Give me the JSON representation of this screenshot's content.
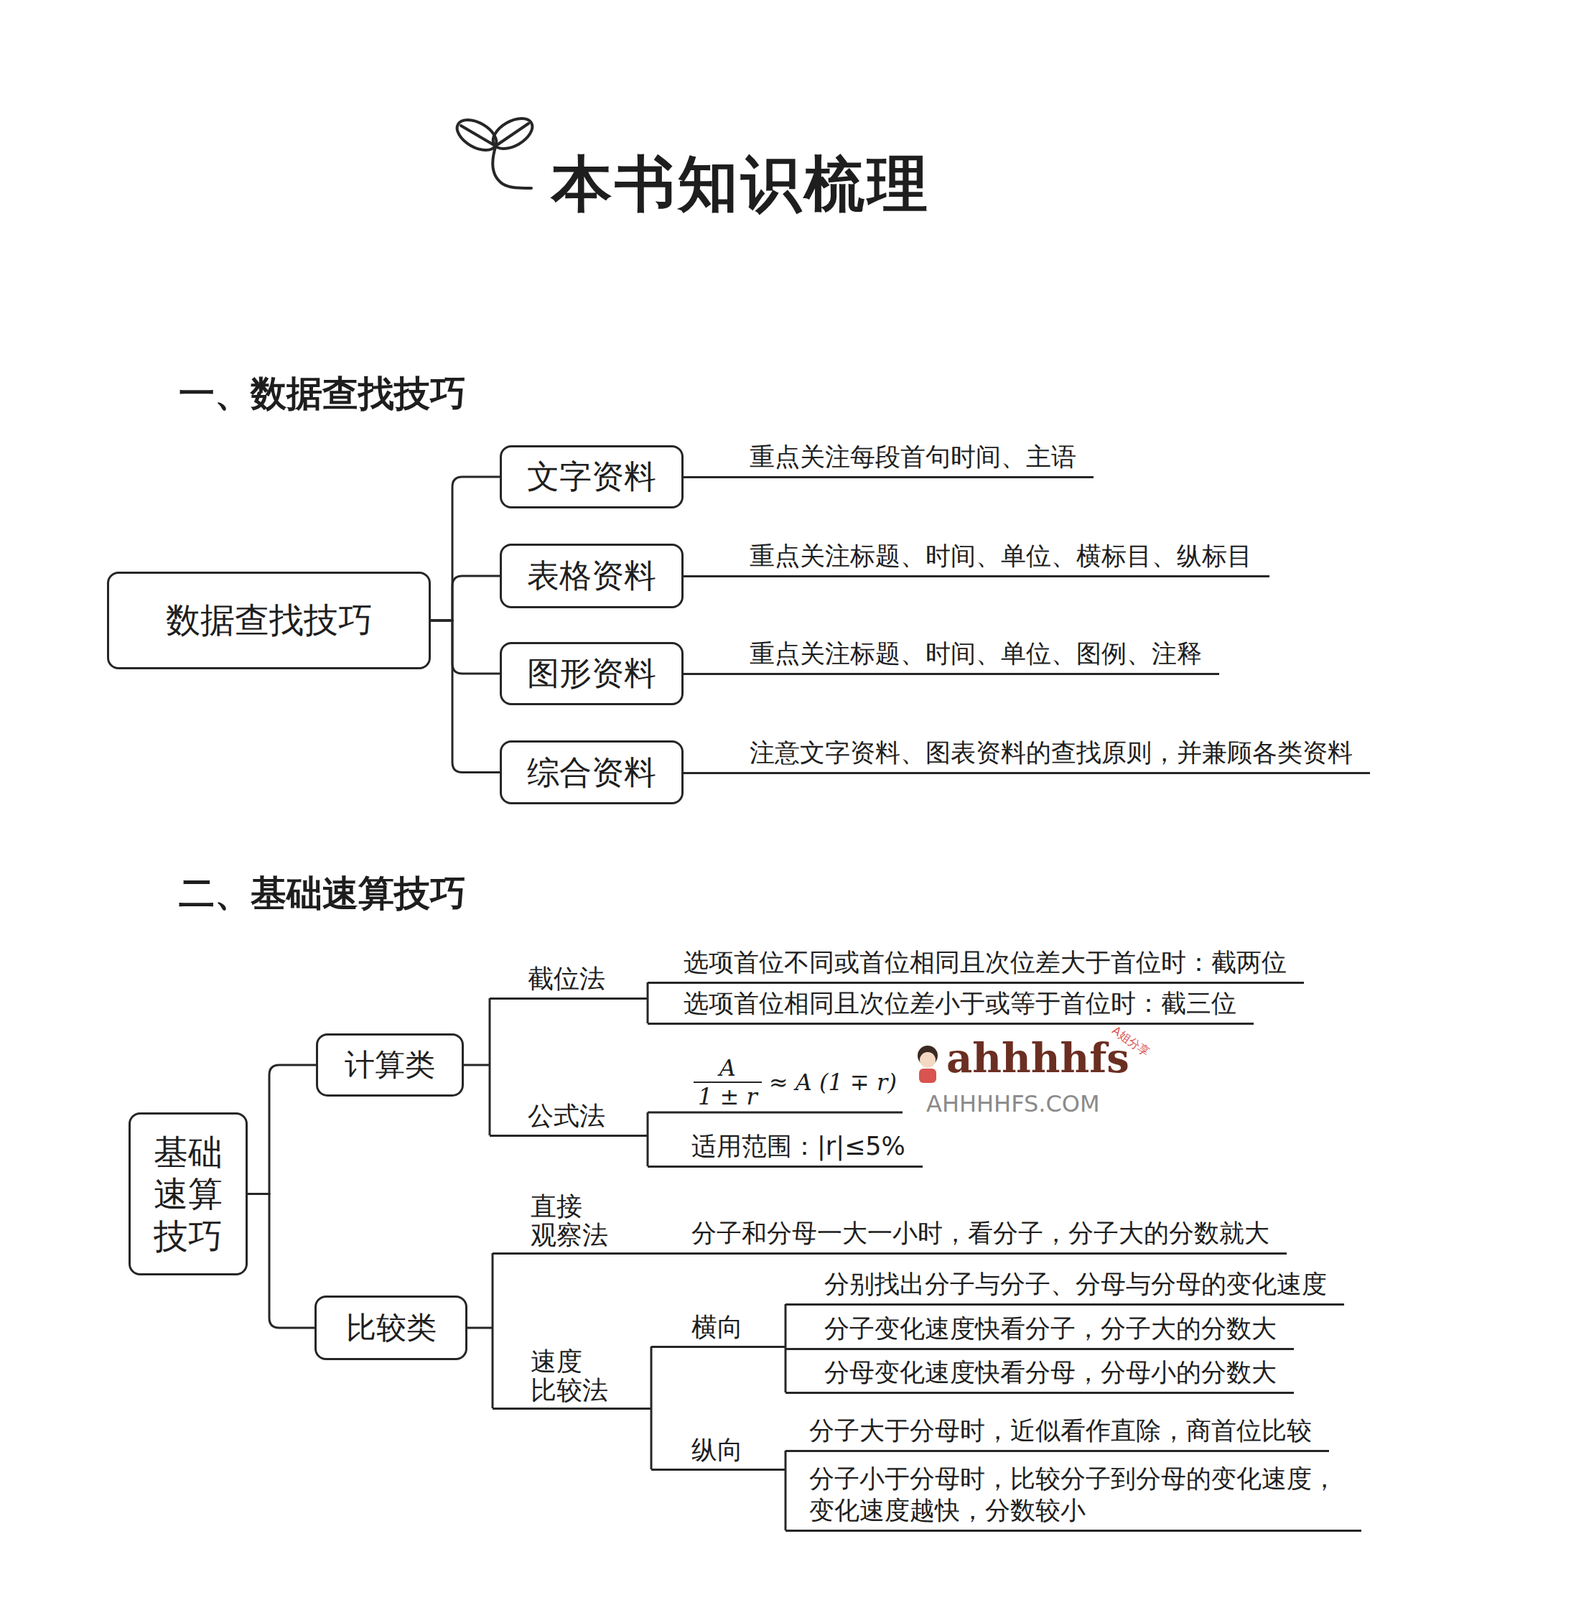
{
  "diagram": {
    "title": "本书知识梳理",
    "nodes": [
      {
        "text": [
          "数据查找技巧"
        ]
      },
      {
        "text": [
          "文字资料"
        ]
      },
      {
        "text": [
          "表格资料"
        ]
      },
      {
        "text": [
          "图形资料"
        ]
      },
      {
        "text": [
          "综合资料"
        ]
      },
      {
        "text": [
          "基础速算技巧"
        ]
      },
      {
        "text": [
          "计算类"
        ]
      },
      {
        "text": [
          "比较类"
        ]
      }
    ],
    "edges": [
      {
        "from": 0,
        "to": 1,
        "arrow": "none"
      },
      {
        "from": 0,
        "to": 2,
        "arrow": "none"
      },
      {
        "from": 0,
        "to": 3,
        "arrow": "none"
      },
      {
        "from": 0,
        "to": 4,
        "arrow": "none"
      },
      {
        "from": 5,
        "to": 6,
        "arrow": "none"
      },
      {
        "from": 5,
        "to": 7,
        "arrow": "none"
      }
    ],
    "labels": [
      "一、数据查找技巧",
      "重点关注每段首句时间、主语",
      "重点关注标题、时间、单位、横标目、纵标目",
      "重点关注标题、时间、单位、图例、注释",
      "注意文字资料、图表资料的查找原则，并兼顾各类资料",
      "二、基础速算技巧",
      "截位法",
      "选项首位不同或首位相同且次位差大于首位时：截两位",
      "选项首位相同且次位差小于或等于首位时：截三位",
      "公式法",
      "A",
      "1 ± r",
      "≈ A (1 ∓ r)",
      "适用范围：|r|≤5%",
      "直接 观察法",
      "分子和分母一大一小时，看分子，分子大的分数就大",
      "速度 比较法",
      "横向",
      "分别找出分子与分子、分母与分母的变化速度",
      "分子变化速度快看分子，分子大的分数大",
      "分母变化速度快看分母，分母小的分数大",
      "纵向",
      "分子大于分母时，近似看作直除，商首位比较",
      "分子小于分母时，比较分子到分母的变化速度，变化速度越快，分数较小",
      "ahhhhfs",
      "A姐分享",
      "AHHHHFS.COM"
    ]
  }
}
